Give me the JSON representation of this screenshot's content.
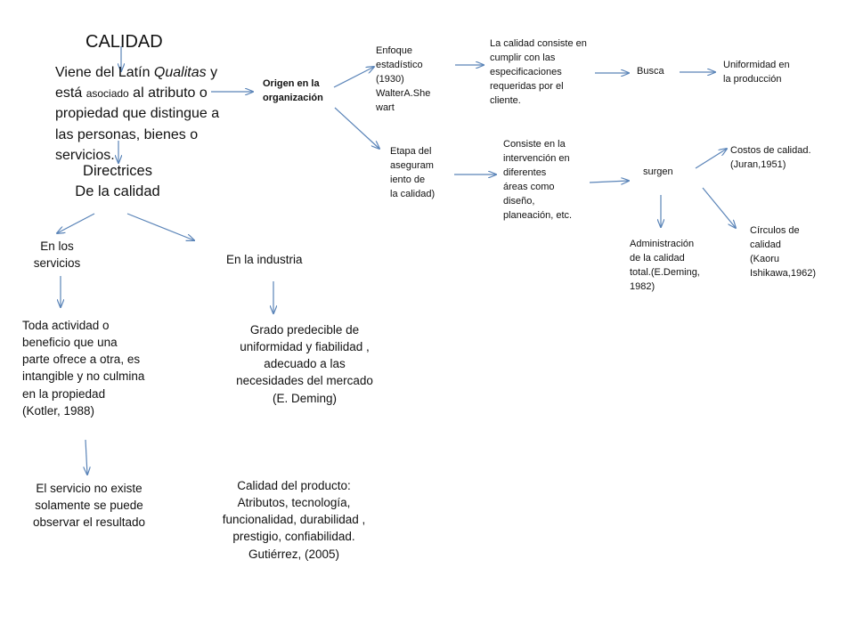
{
  "title": "CALIDAD",
  "intro": {
    "l1_pre": "Viene del ",
    "l1_latin": "Latín",
    "l1_italic": "Qualitas",
    "l1_post": " y",
    "l2_pre": "está ",
    "l2_small": "asociado",
    "l2_post": " al atributo  o",
    "l3": "propiedad que distingue a",
    "l4": "las personas, bienes o",
    "l5": "servicios."
  },
  "directrices": [
    "Directrices",
    "De la calidad"
  ],
  "servicios_label": [
    "En los",
    "servicios"
  ],
  "servicios_def": [
    "Toda actividad o",
    "beneficio que una",
    "parte ofrece a otra, es",
    "intangible  y no  culmina",
    "en la propiedad",
    "(Kotler, 1988)"
  ],
  "servicios_result": [
    "El servicio no existe",
    "solamente se puede",
    "observar el resultado"
  ],
  "industria_label": "En la industria",
  "industria_def": [
    "Grado predecible  de",
    "uniformidad y fiabilidad ,",
    "adecuado a las",
    "necesidades del mercado",
    "(E. Deming)"
  ],
  "producto": [
    "Calidad del producto:",
    "Atributos,  tecnología,",
    "funcionalidad, durabilidad ,",
    "prestigio, confiabilidad.",
    "Gutiérrez, (2005)"
  ],
  "origen": [
    "Origen en la",
    "organización"
  ],
  "enfoque": [
    "Enfoque",
    "estadístico",
    "(1930)",
    "WalterA.She",
    "wart"
  ],
  "consiste_spec": [
    "La calidad consiste en",
    "cumplir con las",
    "especificaciones",
    "requeridas por el",
    "cliente."
  ],
  "busca": "Busca",
  "uniformidad": [
    "Uniformidad  en",
    "la producción"
  ],
  "etapa": [
    "Etapa del",
    "aseguram",
    "iento de",
    "la calidad)"
  ],
  "consiste_int": [
    "Consiste en la",
    "intervención en",
    "diferentes",
    "áreas como",
    "diseño,",
    "planeación, etc."
  ],
  "surgen": "surgen",
  "costos": [
    "Costos de calidad.",
    "(Juran,1951)"
  ],
  "circulos": [
    "Círculos de",
    "calidad",
    "(Kaoru",
    "Ishikawa,1962)"
  ],
  "administracion": [
    "Administración",
    "de  la calidad",
    "total.(E.Deming,",
    "1982)"
  ],
  "colors": {
    "arrow": "#5a84b8",
    "text": "#111111"
  }
}
